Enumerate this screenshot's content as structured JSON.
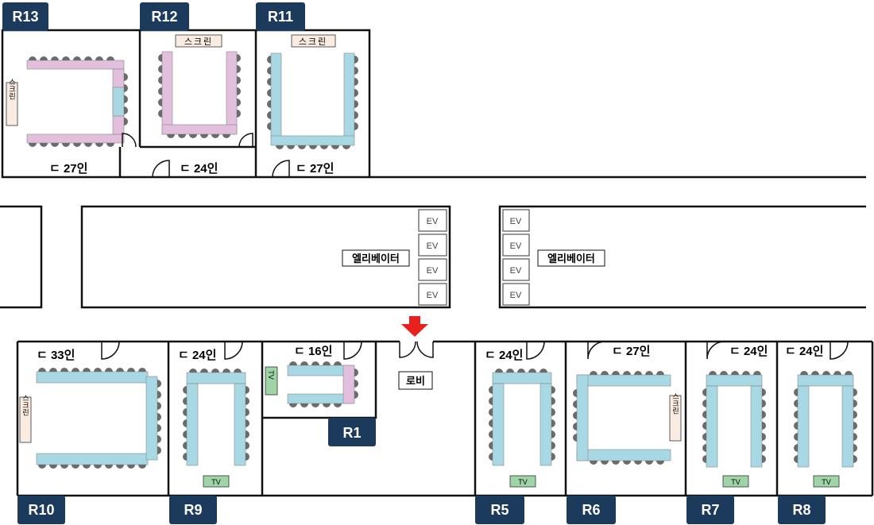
{
  "rooms": {
    "r13": {
      "tag": "R13",
      "capacity": "ㄷ 27인",
      "screen": "스크린"
    },
    "r12": {
      "tag": "R12",
      "capacity": "ㄷ 24인",
      "screen": "스크린"
    },
    "r11": {
      "tag": "R11",
      "capacity": "ㄷ 27인",
      "screen": "스크린"
    },
    "r10": {
      "tag": "R10",
      "capacity": "ㄷ 33인",
      "screen": "스크린"
    },
    "r9": {
      "tag": "R9",
      "capacity": "ㄷ 24인",
      "tv": "TV"
    },
    "r1": {
      "tag": "R1",
      "capacity": "ㄷ 16인",
      "tv": "TV"
    },
    "r5": {
      "tag": "R5",
      "capacity": "ㄷ 24인",
      "tv": "TV"
    },
    "r6": {
      "tag": "R6",
      "capacity": "ㄷ 27인",
      "screen": "스크린"
    },
    "r7": {
      "tag": "R7",
      "capacity": "ㄷ 24인",
      "tv": "TV"
    },
    "r8": {
      "tag": "R8",
      "capacity": "ㄷ 24인",
      "tv": "TV"
    }
  },
  "core": {
    "elevator_label": "엘리베이터",
    "ev_label": "EV",
    "lobby": "로비"
  },
  "colors": {
    "tag_bg": "#1b3a5c",
    "table_blue": "#a8d8e4",
    "table_pink": "#e2bfdd",
    "chair": "#6b6b6b",
    "screen_bg": "#fbece2",
    "tv_bg": "#9fd4a7",
    "arrow": "#e8211f"
  }
}
